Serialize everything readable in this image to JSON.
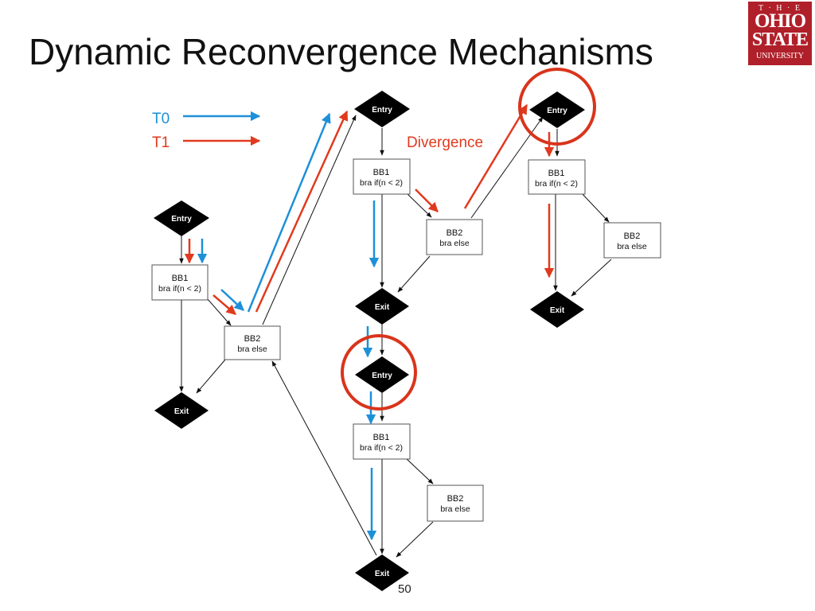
{
  "slide": {
    "title": "Dynamic Reconvergence Mechanisms",
    "page_number": "50"
  },
  "logo": {
    "line1": "T · H · E",
    "line2": "OHIO",
    "line3": "STATE",
    "line4": "UNIVERSITY"
  },
  "legend": {
    "t0": "T0",
    "t1": "T1"
  },
  "annotation": {
    "divergence": "Divergence"
  },
  "nodes": {
    "entry": "Entry",
    "exit": "Exit",
    "bb1_title": "BB1",
    "bb1_code": "bra if(n < 2)",
    "bb2_title": "BB2",
    "bb2_code": "bra else"
  },
  "colors": {
    "t0": "#1e90d8",
    "t1": "#e03a1e",
    "node_fill": "#000000",
    "reconvergence_circle": "#d9341c",
    "logo_bg": "#b0202a"
  }
}
